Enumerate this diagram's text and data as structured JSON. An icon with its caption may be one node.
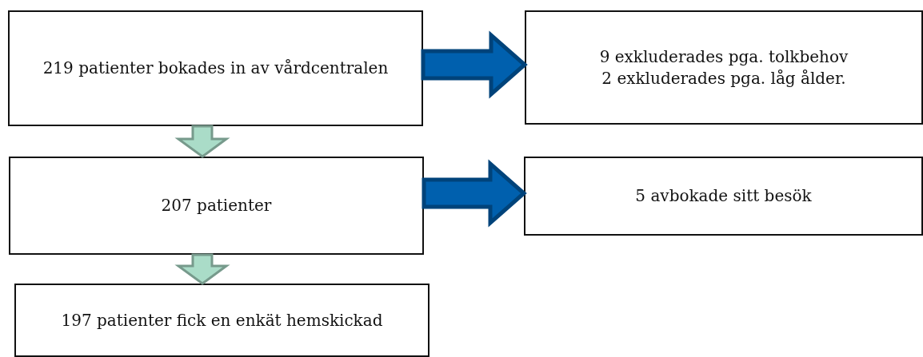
{
  "diagram": {
    "nodes": [
      {
        "text": [
          "219 patienter bokades in av vårdcentralen"
        ]
      },
      {
        "text": [
          "9 exkluderades pga. tolkbehov",
          "2 exkluderades pga. låg ålder."
        ]
      },
      {
        "text": [
          "207 patienter"
        ]
      },
      {
        "text": [
          "5 avbokade sitt besök"
        ]
      },
      {
        "text": [
          "197 patienter fick en enkät hemskickad"
        ]
      }
    ],
    "edges": [
      {
        "from": 0,
        "to": 1,
        "arrow": "to",
        "style": "thick",
        "color": "#0060ae"
      },
      {
        "from": 0,
        "to": 2,
        "arrow": "to",
        "style": "thick",
        "color": "#aadcc8"
      },
      {
        "from": 2,
        "to": 3,
        "arrow": "to",
        "style": "thick",
        "color": "#0060ae"
      },
      {
        "from": 2,
        "to": 4,
        "arrow": "to",
        "style": "thick",
        "color": "#aadcc8"
      }
    ]
  }
}
